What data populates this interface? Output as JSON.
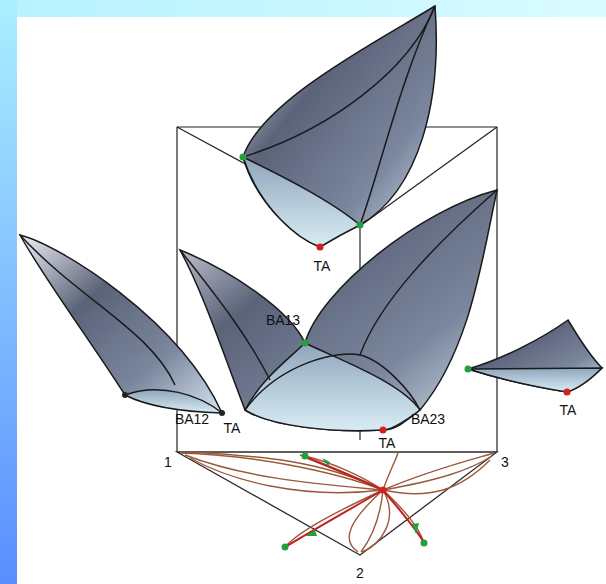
{
  "diagram": {
    "labels": [
      "TA",
      "BA13",
      "TA",
      "BA12",
      "BA23",
      "TA",
      "TA",
      "1",
      "3",
      "2"
    ]
  }
}
